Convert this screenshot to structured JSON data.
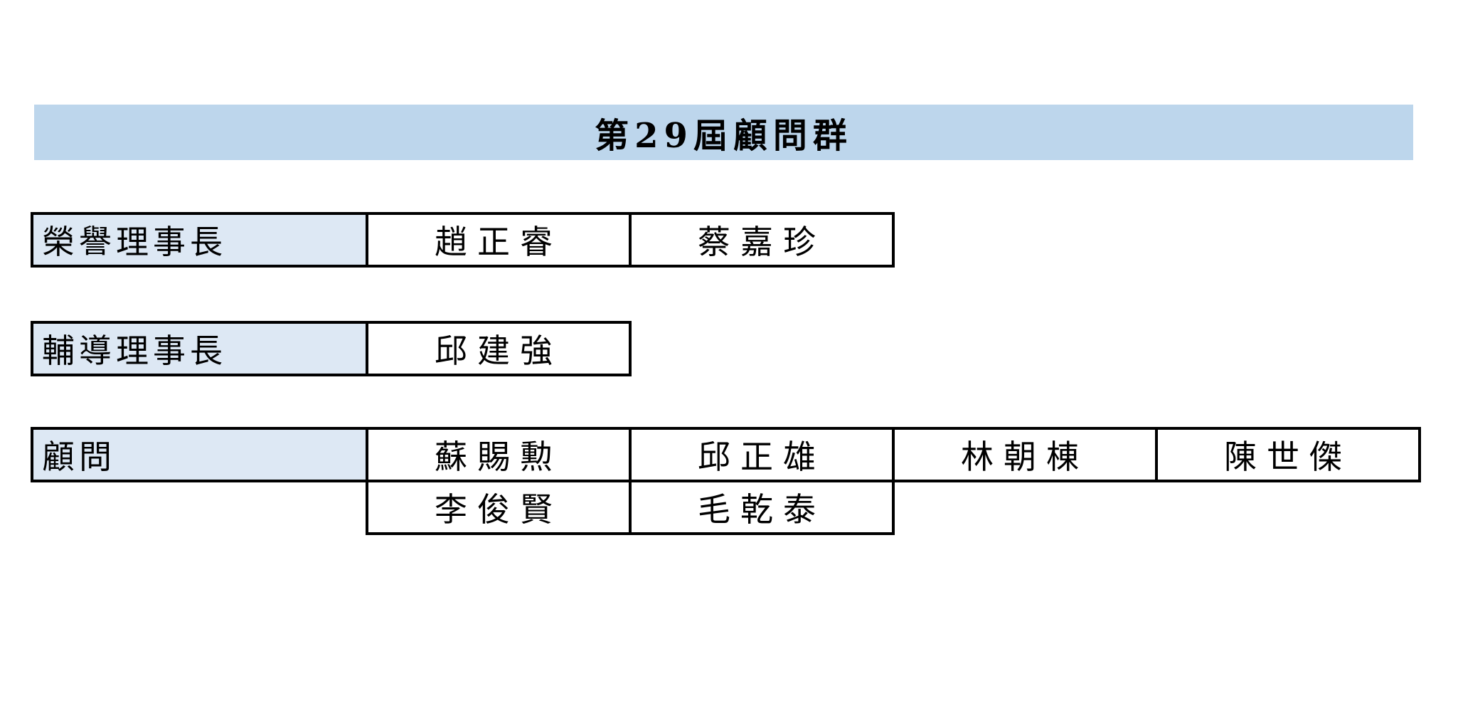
{
  "title": {
    "text": "第29屆顧問群"
  },
  "colors": {
    "title_bg": "#bdd6ec",
    "label_bg": "#dde8f4",
    "border": "#000000",
    "text": "#000000",
    "cell_bg": "#ffffff"
  },
  "sections": [
    {
      "id": "honorary-chairman",
      "label": "榮譽理事長",
      "rows": [
        [
          "趙正睿",
          "蔡嘉珍"
        ]
      ]
    },
    {
      "id": "counseling-chairman",
      "label": "輔導理事長",
      "rows": [
        [
          "邱建強"
        ]
      ]
    },
    {
      "id": "advisors",
      "label": "顧問",
      "rows": [
        [
          "蘇賜勲",
          "邱正雄",
          "林朝棟",
          "陳世傑"
        ],
        [
          "李俊賢",
          "毛乾泰"
        ]
      ]
    }
  ]
}
